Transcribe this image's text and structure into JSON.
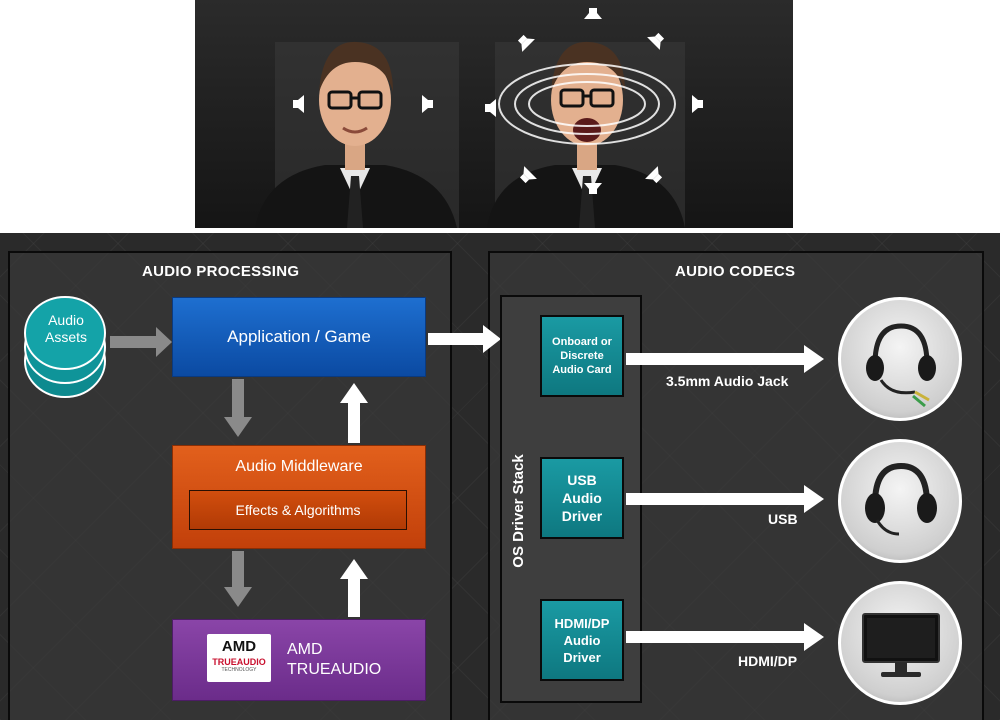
{
  "diagram": {
    "audio_processing_title": "AUDIO PROCESSING",
    "audio_codecs_title": "AUDIO CODECS",
    "audio_assets": "Audio Assets",
    "application_game": "Application / Game",
    "audio_middleware": "Audio Middleware",
    "effects_algorithms": "Effects & Algorithms",
    "amd_logo_text": "AMD",
    "trueaudio_logo_text": "TRUEAUDIO",
    "trueaudio_logo_sub": "TECHNOLOGY",
    "amd_trueaudio": "AMD TRUEAUDIO",
    "os_driver_stack": "OS Driver Stack",
    "onboard_card": "Onboard or Discrete Audio Card",
    "usb_driver": "USB Audio Driver",
    "hdmi_driver": "HDMI/DP Audio Driver",
    "jack_label": "3.5mm Audio Jack",
    "usb_label": "USB",
    "hdmi_label": "HDMI/DP"
  },
  "colors": {
    "blue": "#1565c0",
    "orange": "#d9531a",
    "purple": "#7b3a9b",
    "teal": "#138a93"
  }
}
